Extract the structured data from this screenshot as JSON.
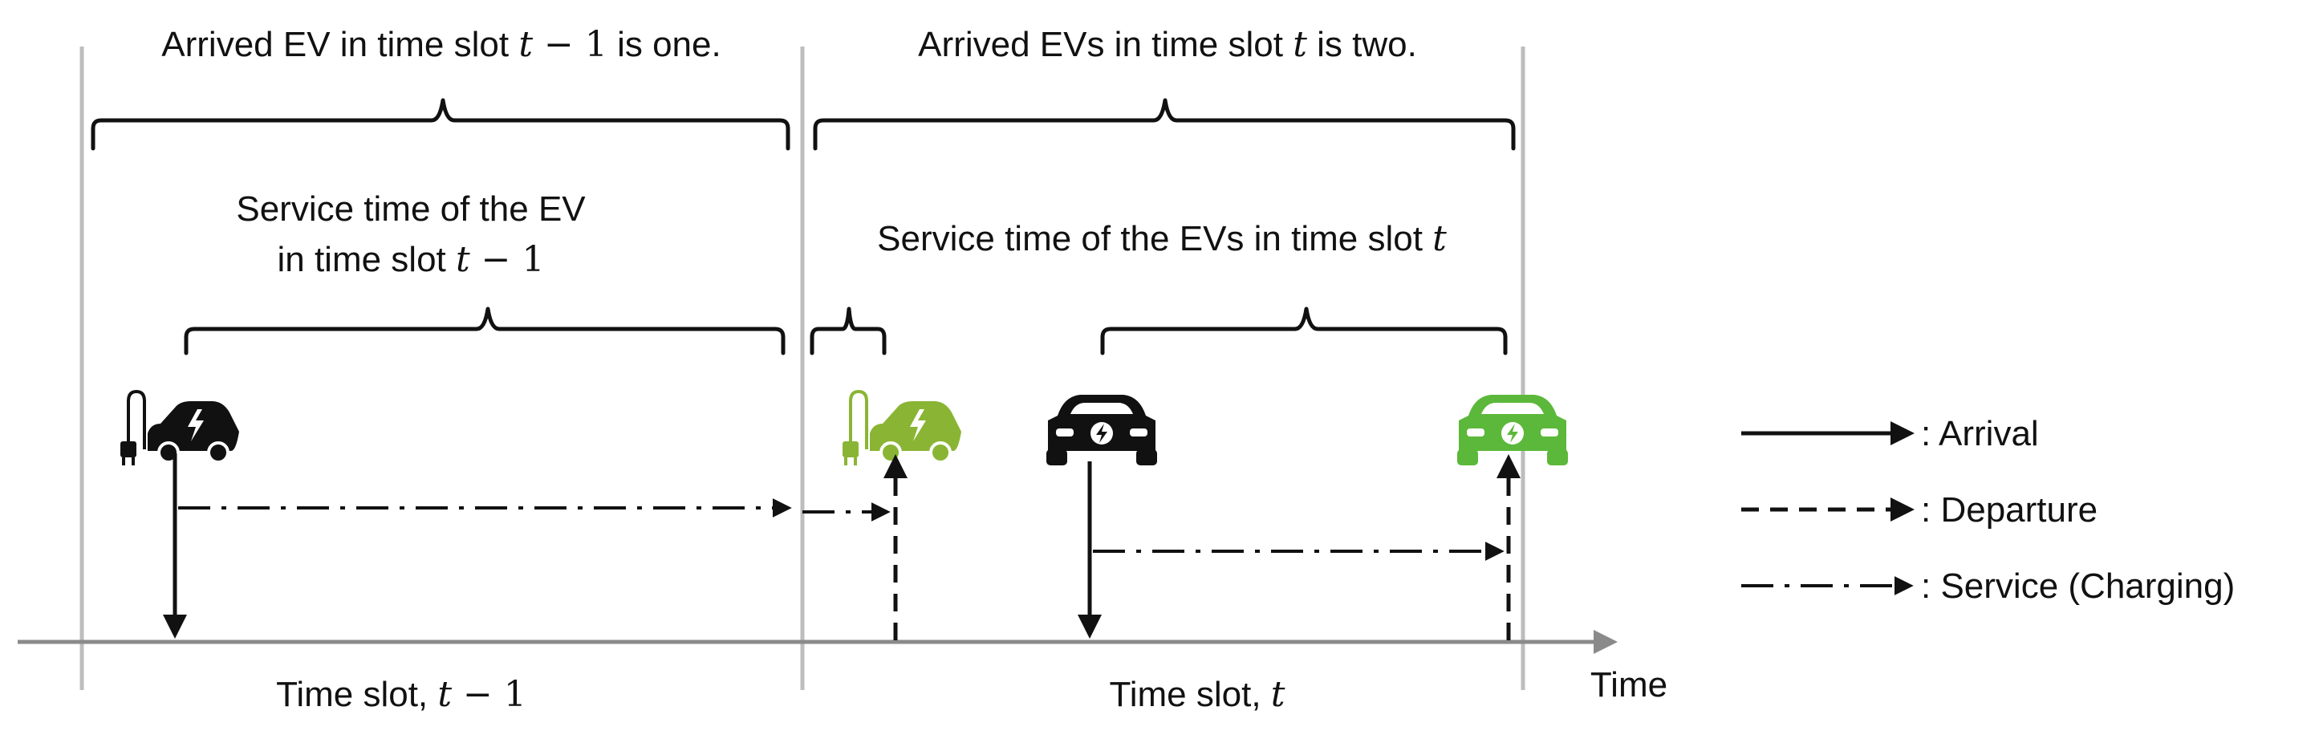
{
  "labels": {
    "top_left": {
      "text": "Arrived EV in time slot ",
      "var": "t",
      "op": " − ",
      "num": "1",
      "tail": " is one."
    },
    "top_right": {
      "text": "Arrived EVs in time slot ",
      "var": "t",
      "tail": " is two."
    },
    "service_left_line1": "Service time of the EV",
    "service_left_line2": {
      "text": "in time slot ",
      "var": "t",
      "op": " − ",
      "num": "1"
    },
    "service_right": {
      "text": "Service time of the EVs in time slot ",
      "var": "t"
    },
    "slot_left": {
      "text": "Time slot, ",
      "var": "t",
      "op": " − ",
      "num": "1"
    },
    "slot_right": {
      "text": "Time slot, ",
      "var": "t"
    },
    "axis_label": "Time"
  },
  "legend": [
    {
      "style": "solid",
      "label": ":  Arrival"
    },
    {
      "style": "dashed",
      "label": ":  Departure"
    },
    {
      "style": "dash-dot",
      "label": ":  Service (Charging)"
    }
  ],
  "colors": {
    "ink": "#111111",
    "divider": "#bdbdbd",
    "axis": "#8a8a8a",
    "ev_green": "#8ab534",
    "ev_bright_green": "#5cb83a"
  },
  "icons": [
    "plug-car-black-icon",
    "plug-car-green-icon",
    "car-front-black-icon",
    "car-front-green-icon"
  ]
}
